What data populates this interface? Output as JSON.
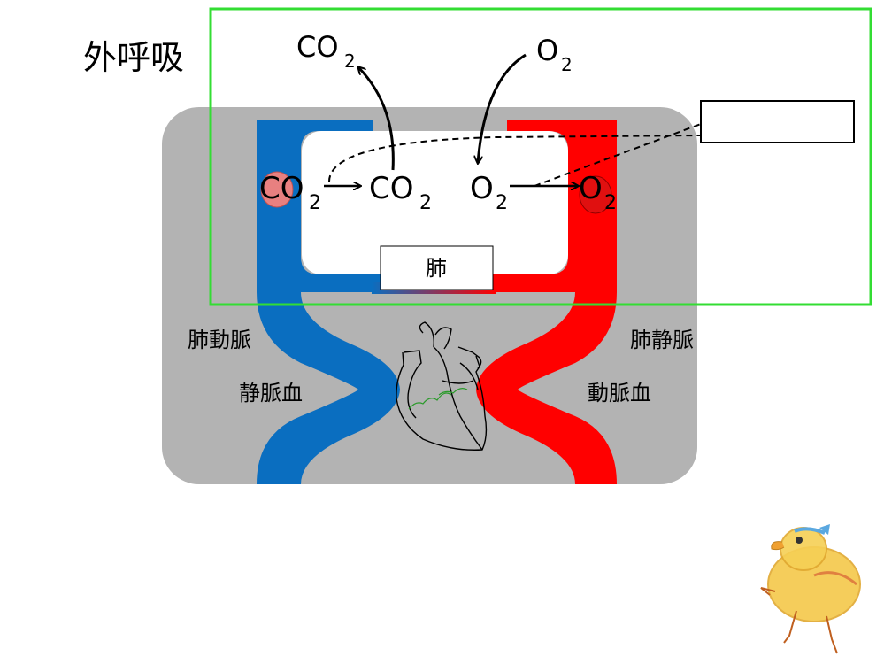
{
  "title": "外呼吸",
  "labels": {
    "lung": "肺",
    "pulmonary_artery": "肺動脈",
    "pulmonary_vein": "肺静脈",
    "venous_blood": "静脈血",
    "arterial_blood": "動脈血",
    "co2_main": "CO",
    "o2_main": "O",
    "subscript_2": "2",
    "callout_text": ""
  },
  "colors": {
    "vein_blue": "#0a6ec0",
    "artery_red": "#ff0000",
    "background_gray": "#b3b3b3",
    "highlight_green": "#33dd33",
    "rbc_pink": "#e88080"
  },
  "icons": {
    "heart": "heart-outline-icon",
    "chick": "chick-mascot-icon",
    "red_blood_cell": "red-blood-cell-icon"
  }
}
